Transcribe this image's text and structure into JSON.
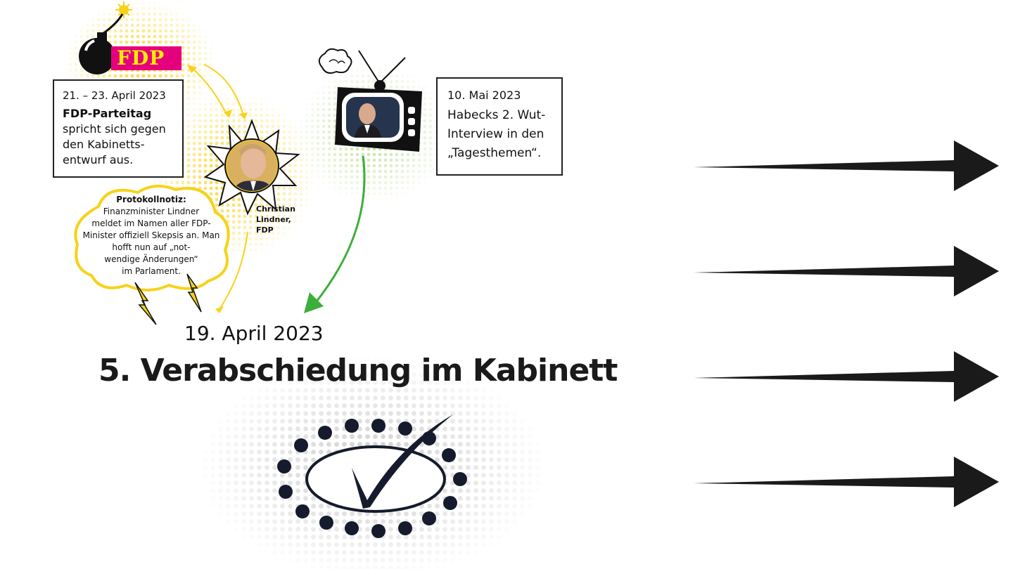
{
  "fdp_event": {
    "date": "21. – 23. April 2023",
    "title": "FDP-Parteitag",
    "lines": [
      "spricht sich gegen",
      "den Kabinetts-",
      "entwurf aus."
    ]
  },
  "fdp_logo_text": "FDP",
  "protocol_note": {
    "heading": "Protokollnotiz:",
    "lines": [
      "Finanzminister Lindner",
      "meldet im Namen aller FDP-",
      "Minister offiziell Skepsis an. Man",
      "hofft nun auf „not-",
      "wendige Änderungen“",
      "im Parlament."
    ]
  },
  "portrait_caption": [
    "Christian",
    "Lindner,",
    "FDP"
  ],
  "habeck_event": {
    "date": "10. Mai 2023",
    "lines": [
      "Habecks 2. Wut-",
      "Interview in den",
      "„Tagesthemen“."
    ]
  },
  "main": {
    "date": "19. April 2023",
    "title": "5. Verabschiedung im Kabinett"
  },
  "colors": {
    "fdp_magenta": "#e5007d",
    "fdp_yellow": "#ffed00",
    "accent_yellow": "#f7d21a",
    "green_arrow": "#3cae3a",
    "dark": "#1a1a1a"
  },
  "icons": [
    "bomb-icon",
    "explosion-icon",
    "tv-icon",
    "checkmark-icon",
    "lightning-icon",
    "arrow-right-icon"
  ]
}
